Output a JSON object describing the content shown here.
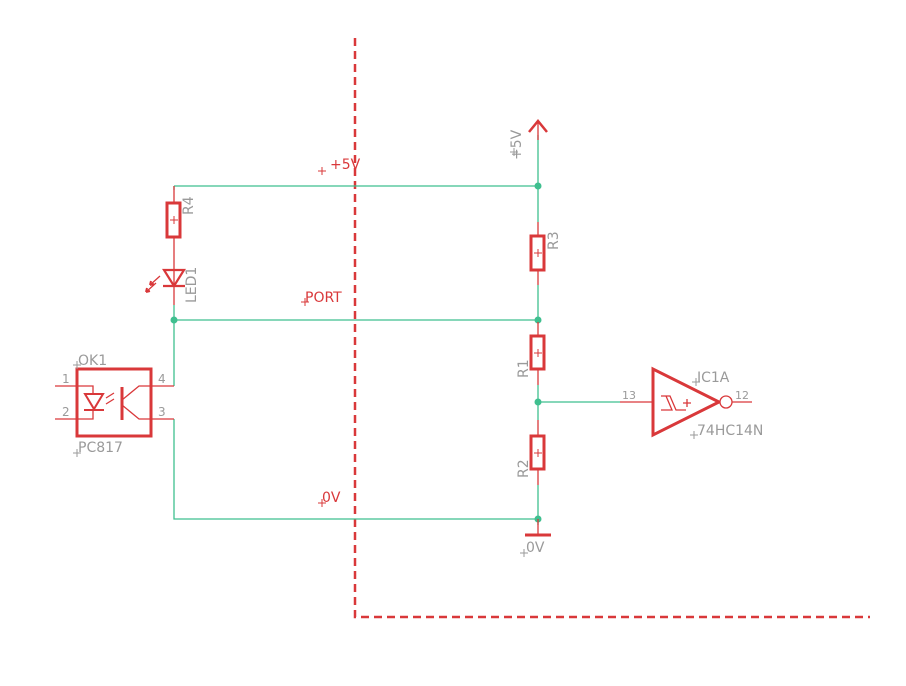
{
  "nets": {
    "vcc": "+5V",
    "port": "PORT",
    "gnd": "0V"
  },
  "supply": {
    "vcc_label": "+5V",
    "gnd_label": "0V"
  },
  "parts": {
    "r1": "R1",
    "r2": "R2",
    "r3": "R3",
    "r4": "R4",
    "led": "LED1",
    "opto": {
      "name": "OK1",
      "value": "PC817",
      "pins": [
        "1",
        "2",
        "3",
        "4"
      ]
    },
    "gate": {
      "name": "IC1A",
      "value": "74HC14N",
      "pin_in": "13",
      "pin_out": "12"
    }
  },
  "colors": {
    "wire": "#3fbf8f",
    "symbol": "#d9383a",
    "text": "#9a9a9a"
  }
}
